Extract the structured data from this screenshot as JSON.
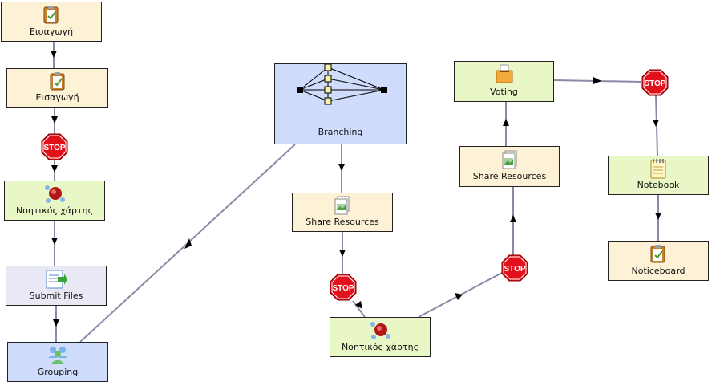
{
  "colors": {
    "tool_fill": "#fdf2d6",
    "map_fill": "#e9f7c6",
    "submit_fill": "#e9e9f6",
    "group_fill": "#cfdcfb",
    "branch_fill": "#cfdcfb",
    "line": "#8b89a6",
    "stop_red": "#e2101a"
  },
  "stop_label": "STOP",
  "activities": [
    {
      "id": "intro1",
      "label": "Εισαγωγή",
      "icon": "clipboard-icon",
      "type": "tool"
    },
    {
      "id": "intro2",
      "label": "Εισαγωγή",
      "icon": "clipboard-icon",
      "type": "tool"
    },
    {
      "id": "mindmap1",
      "label": "Νοητικός χάρτης",
      "icon": "mindmap-icon",
      "type": "map"
    },
    {
      "id": "submit",
      "label": "Submit Files",
      "icon": "submit-files-icon",
      "type": "submit"
    },
    {
      "id": "grouping",
      "label": "Grouping",
      "icon": "group-people-icon",
      "type": "group"
    },
    {
      "id": "branching",
      "label": "Branching",
      "icon": "branching-icon",
      "type": "branch"
    },
    {
      "id": "share1",
      "label": "Share Resources",
      "icon": "share-resources-icon",
      "type": "tool"
    },
    {
      "id": "mindmap2",
      "label": "Νοητικός χάρτης",
      "icon": "mindmap-icon",
      "type": "map"
    },
    {
      "id": "share2",
      "label": "Share Resources",
      "icon": "share-resources-icon",
      "type": "tool"
    },
    {
      "id": "voting",
      "label": "Voting",
      "icon": "ballot-box-icon",
      "type": "map"
    },
    {
      "id": "notebook",
      "label": "Notebook",
      "icon": "notebook-icon",
      "type": "map"
    },
    {
      "id": "noticeboard",
      "label": "Noticeboard",
      "icon": "clipboard-icon",
      "type": "tool"
    }
  ]
}
